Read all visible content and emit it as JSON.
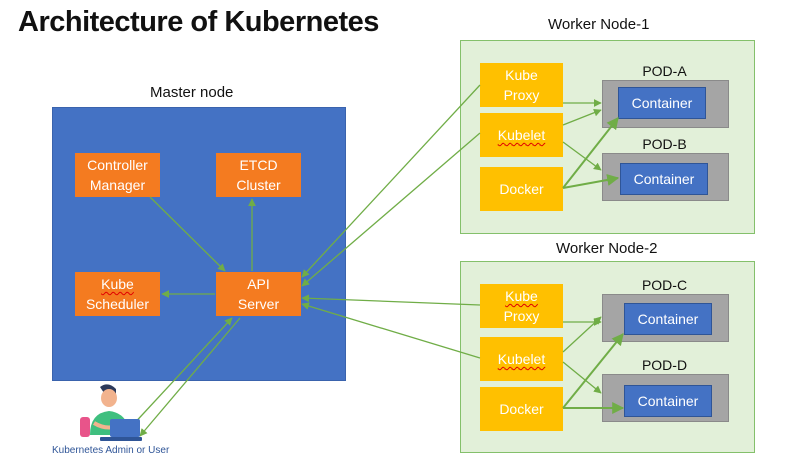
{
  "title": "Architecture of Kubernetes",
  "master": {
    "label": "Master node",
    "controller_manager": [
      "Controller",
      "Manager"
    ],
    "etcd_cluster": [
      "ETCD",
      "Cluster"
    ],
    "kube_scheduler": [
      "Kube",
      "Scheduler"
    ],
    "api_server": [
      "API",
      "Server"
    ]
  },
  "worker1": {
    "label": "Worker Node-1",
    "kube_proxy": [
      "Kube",
      "Proxy"
    ],
    "kubelet": "Kubelet",
    "docker": "Docker",
    "pod_a": "POD-A",
    "pod_b": "POD-B",
    "container_a": "Container",
    "container_b": "Container"
  },
  "worker2": {
    "label": "Worker Node-2",
    "kube_proxy": [
      "Kube",
      "Proxy"
    ],
    "kubelet": "Kubelet",
    "docker": "Docker",
    "pod_c": "POD-C",
    "pod_d": "POD-D",
    "container_c": "Container",
    "container_d": "Container"
  },
  "admin": {
    "label": "Kubernetes Admin or User"
  },
  "colors": {
    "master_bg": "#4472c4",
    "component_orange": "#f47b20",
    "worker_bg": "#e2f0d9",
    "component_yellow": "#ffc000",
    "pod_gray": "#a5a5a5",
    "container_blue": "#4472c4",
    "arrow_green": "#70ad47"
  },
  "icons": [
    "admin-user-icon",
    "laptop-icon"
  ]
}
